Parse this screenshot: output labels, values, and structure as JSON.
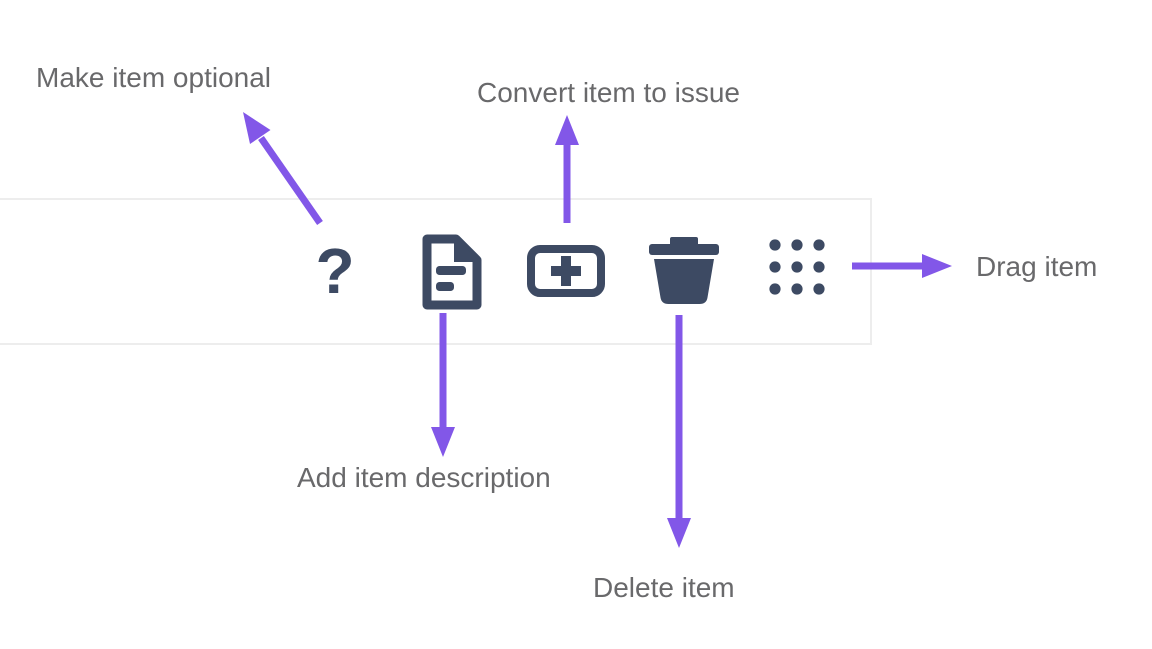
{
  "toolbar": {
    "buttons": [
      {
        "name": "make-item-optional",
        "icon": "question-mark-icon",
        "glyph": "?"
      },
      {
        "name": "add-item-description",
        "icon": "document-text-icon"
      },
      {
        "name": "convert-item-to-issue",
        "icon": "plus-box-icon"
      },
      {
        "name": "delete-item",
        "icon": "trash-icon"
      },
      {
        "name": "drag-item",
        "icon": "drag-handle-dots-icon"
      }
    ]
  },
  "annotations": {
    "make_optional": {
      "label": "Make item optional"
    },
    "convert_to_issue": {
      "label": "Convert item to issue"
    },
    "add_description": {
      "label": "Add item description"
    },
    "delete_item": {
      "label": "Delete item"
    },
    "drag_item": {
      "label": "Drag item"
    }
  },
  "colors": {
    "icon": "#3d4a63",
    "arrow": "#8257e8",
    "label_text": "#69696b",
    "toolbar_border": "#ededed",
    "background": "#ffffff"
  }
}
